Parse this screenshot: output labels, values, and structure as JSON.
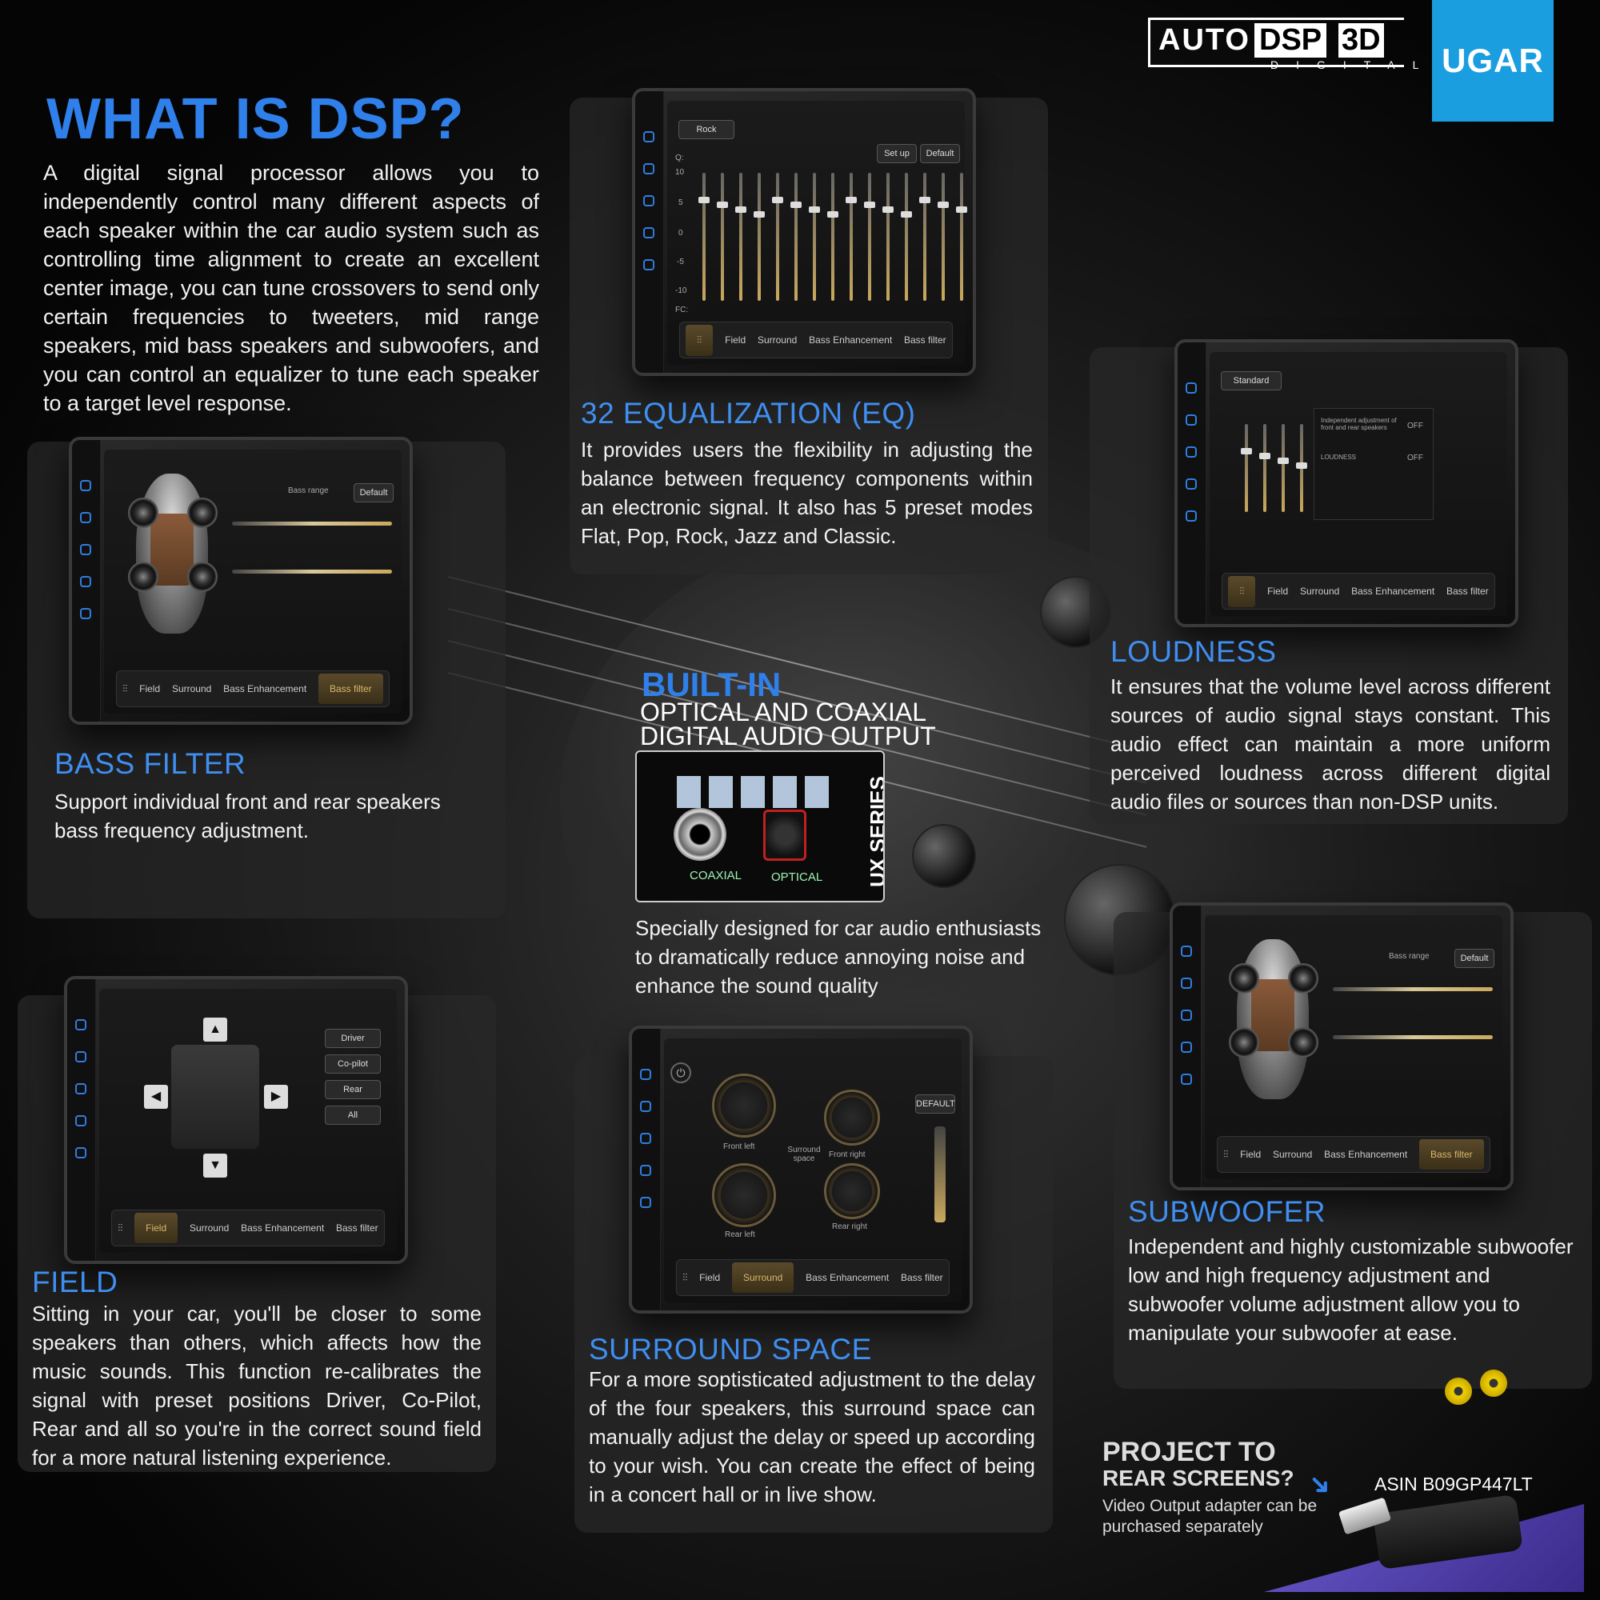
{
  "brand": {
    "autodsp_a": "AUTO",
    "autodsp_b": "DSP",
    "autodsp_c": "3D",
    "autodsp_sub": "DIGITAL",
    "ugar": "UGAR",
    "ugar_bg": "#1a9ee0"
  },
  "intro": {
    "title": "WHAT IS DSP?",
    "text": "A digital signal processor allows you to independently control many different aspects of each speaker within the car audio system such as controlling time alignment to create an excellent center image, you can tune crossovers to send only certain frequencies to tweeters, mid range speakers, mid bass speakers and subwoofers, and you can control an equalizer to tune each speaker to a target level response."
  },
  "eq": {
    "title": "32 EQUALIZATION (EQ)",
    "text": "It provides users the flexibility in adjusting the balance between frequency components within an electronic signal. It also has 5 preset modes Flat, Pop, Rock, Jazz and Classic.",
    "preset": "Rock",
    "q_label": "Q:",
    "fc_label": "FC:",
    "scale": [
      "10",
      "5",
      "0",
      "-5",
      "-10"
    ],
    "btn_setup": "Set up",
    "btn_default": "Default"
  },
  "loudness": {
    "title": "LOUDNESS",
    "text": "It ensures that the volume level across different sources of audio signal stays constant. This audio effect can maintain a more uniform perceived loudness across different digital audio files or sources than non-DSP units.",
    "preset": "Standard",
    "popup_line1": "Independent adjustment of front and rear speakers",
    "popup_line2": "LOUDNESS",
    "off": "OFF"
  },
  "bass": {
    "title": "BASS FILTER",
    "text": "Support individual front and rear speakers bass frequency adjustment.",
    "range_label": "Bass range",
    "default": "Default"
  },
  "builtin": {
    "line1": "BUILT-IN",
    "line2": "OPTICAL AND COAXIAL",
    "line3": "DIGITAL AUDIO OUTPUT",
    "coaxial": "COAXIAL",
    "optical": "OPTICAL",
    "series": "UX SERIES",
    "text": "Specially designed for car audio enthusiasts to dramatically reduce annoying noise and enhance the sound quality"
  },
  "field": {
    "title": "FIELD",
    "text": "Sitting in your car, you'll be closer to some speakers than others, which affects how the music sounds. This function re-calibrates the signal with preset positions Driver, Co-Pilot, Rear and all so you're in the correct sound field for a more natural listening experience.",
    "buttons": [
      "Driver",
      "Co-pilot",
      "Rear",
      "All"
    ]
  },
  "surround": {
    "title": "SURROUND SPACE",
    "text": "For a more soptisticated adjustment to the delay of the four speakers, this surround space can manually adjust the delay or speed up according to your wish. You can create the effect of being in a concert hall or in live show.",
    "gauges": [
      "Front left",
      "Front right",
      "Rear left",
      "Rear right"
    ],
    "center_label": "Surround space",
    "default": "DEFAULT"
  },
  "subwoofer": {
    "title": "SUBWOOFER",
    "text": "Independent and highly customizable subwoofer low and high frequency adjustment and subwoofer volume adjustment allow you to manipulate your subwoofer at ease.",
    "range_label": "Bass range",
    "default": "Default"
  },
  "project": {
    "line1": "PROJECT TO",
    "line2": "REAR SCREENS?",
    "text": "Video Output adapter can be purchased separately",
    "asin": "ASIN B09GP447LT"
  },
  "tabs": {
    "field": "Field",
    "surround": "Surround",
    "bass_enh": "Bass Enhancement",
    "bass_filter": "Bass filter"
  }
}
